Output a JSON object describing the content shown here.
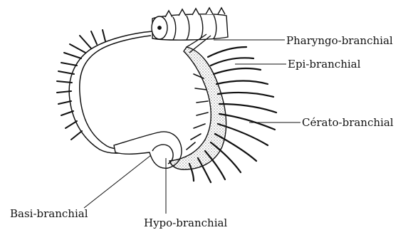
{
  "labels": {
    "pharyngo": "Pharyngo-branchial",
    "epi": "Epi-branchial",
    "cerato": "Cérato-branchial",
    "basi": "Basi-branchial",
    "hypo": "Hypo-branchial"
  },
  "colors": {
    "ink": "#111111",
    "background": "#ffffff",
    "stipple": "#444444"
  }
}
